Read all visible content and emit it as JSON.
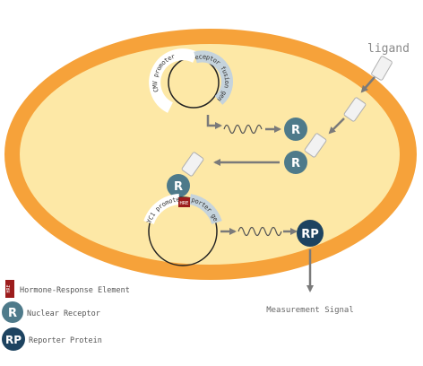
{
  "ligand_label": "ligand",
  "plasmid1": {
    "promoter": "CMV promoter",
    "gene": "receptor fusion gene"
  },
  "plasmid2": {
    "promoter": "CYC1 promoter",
    "hre": "HRE",
    "gene": "reporter gene"
  },
  "nuclear_receptor_symbol": "R",
  "reporter_protein_symbol": "RP",
  "measurement_label": "Measurement Signal",
  "legend": {
    "hre_symbol": "HRE",
    "hre_label": "Hormone-Response Element",
    "nr_symbol": "R",
    "nr_label": "Nuclear Receptor",
    "rp_symbol": "RP",
    "rp_label": "Reporter Protein"
  },
  "colors": {
    "membrane": "#f6a23a",
    "cytoplasm": "#fde8a6",
    "receptor": "#4e7a8a",
    "reporter": "#1d4360",
    "hre": "#9c1c1c",
    "arrow": "#7a7a7a",
    "gene_arc": "#c5d3dc"
  }
}
